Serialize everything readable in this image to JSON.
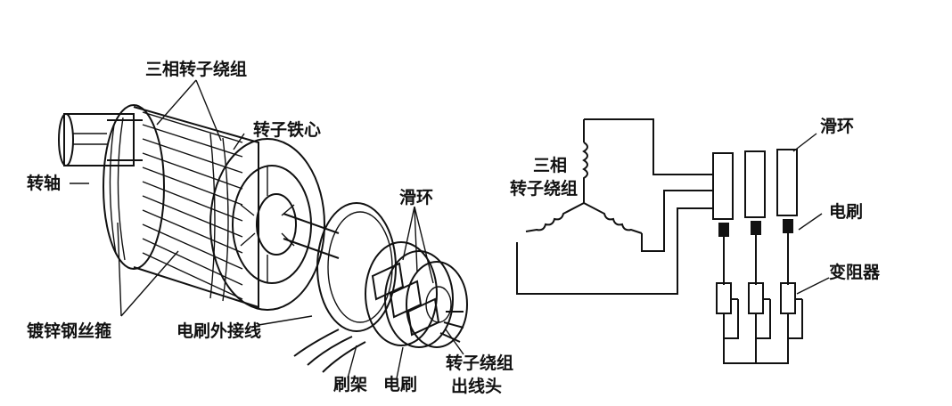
{
  "left_figure": {
    "labels": {
      "rotor_winding": "三相转子绕组",
      "rotor_core": "转子铁心",
      "shaft": "转轴",
      "slip_ring": "滑环",
      "binding_wire": "镀锌钢丝箍",
      "brush_lead": "电刷外接线",
      "brush_holder": "刷架",
      "brush": "电刷",
      "winding_lead_line1": "转子绕组",
      "winding_lead_line2": "出线头"
    }
  },
  "right_figure": {
    "labels": {
      "winding_line1": "三相",
      "winding_line2": "转子绕组",
      "slip_ring": "滑环",
      "brush": "电刷",
      "rheostat": "变阻器"
    }
  },
  "colors": {
    "ink": "#111111",
    "background": "#ffffff"
  }
}
